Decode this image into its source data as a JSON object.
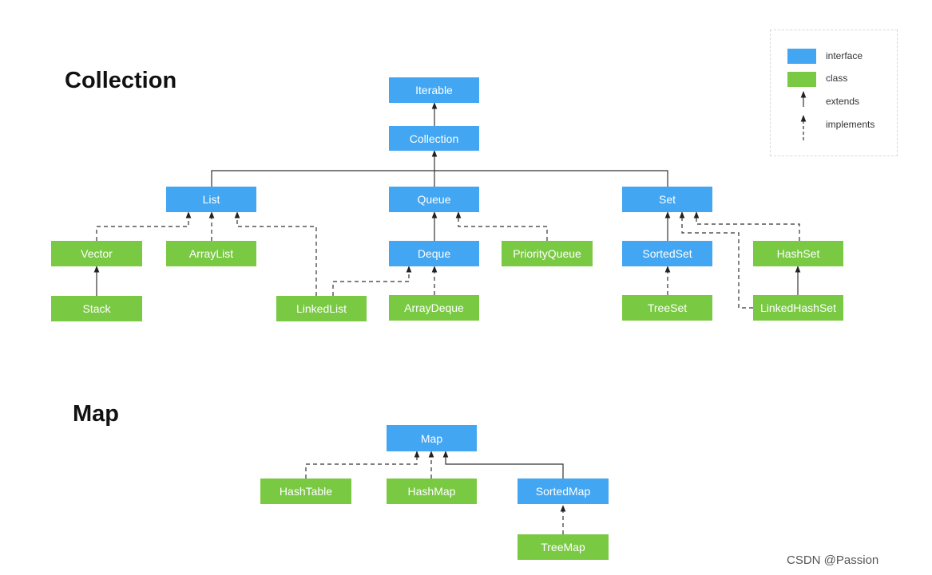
{
  "sections": {
    "collection_title": "Collection",
    "map_title": "Map"
  },
  "nodes": {
    "iterable": "Iterable",
    "collection": "Collection",
    "list": "List",
    "queue": "Queue",
    "set": "Set",
    "vector": "Vector",
    "arraylist": "ArrayList",
    "deque": "Deque",
    "priorityqueue": "PriorityQueue",
    "sortedset": "SortedSet",
    "hashset": "HashSet",
    "stack": "Stack",
    "linkedlist": "LinkedList",
    "arraydeque": "ArrayDeque",
    "treeset": "TreeSet",
    "linkedhashset": "LinkedHashSet",
    "map": "Map",
    "hashtable": "HashTable",
    "hashmap": "HashMap",
    "sortedmap": "SortedMap",
    "treemap": "TreeMap"
  },
  "legend": {
    "interface_label": "interface",
    "class_label": "class",
    "extends_label": "extends",
    "implements_label": "implements"
  },
  "colors": {
    "interface": "#42a6f2",
    "class": "#7ac943"
  },
  "watermark": "CSDN @Passion"
}
